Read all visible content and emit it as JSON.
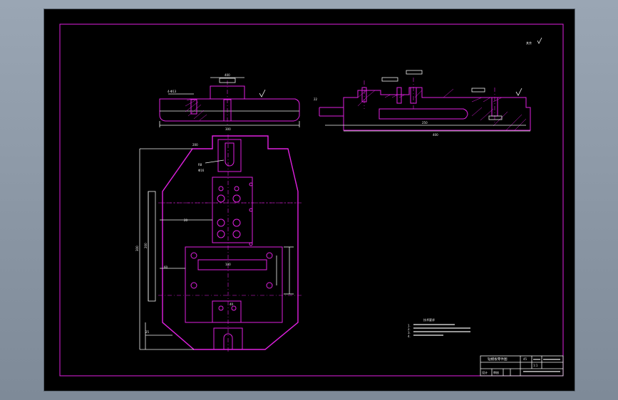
{
  "canvas": {
    "background": "#000000",
    "line_color": "#e020e0",
    "dim_color": "#f0f0f0"
  },
  "drawing": {
    "roughness_note": "其余",
    "tech_requirements": {
      "heading": "技术要求",
      "lines": [
        "1.",
        "2.",
        "3.",
        "4."
      ]
    },
    "title_block": {
      "name": "钻模板零件图",
      "material": "45",
      "scale": "1:1",
      "drawing_no": "",
      "designer": "设计",
      "checker": "审核"
    }
  }
}
